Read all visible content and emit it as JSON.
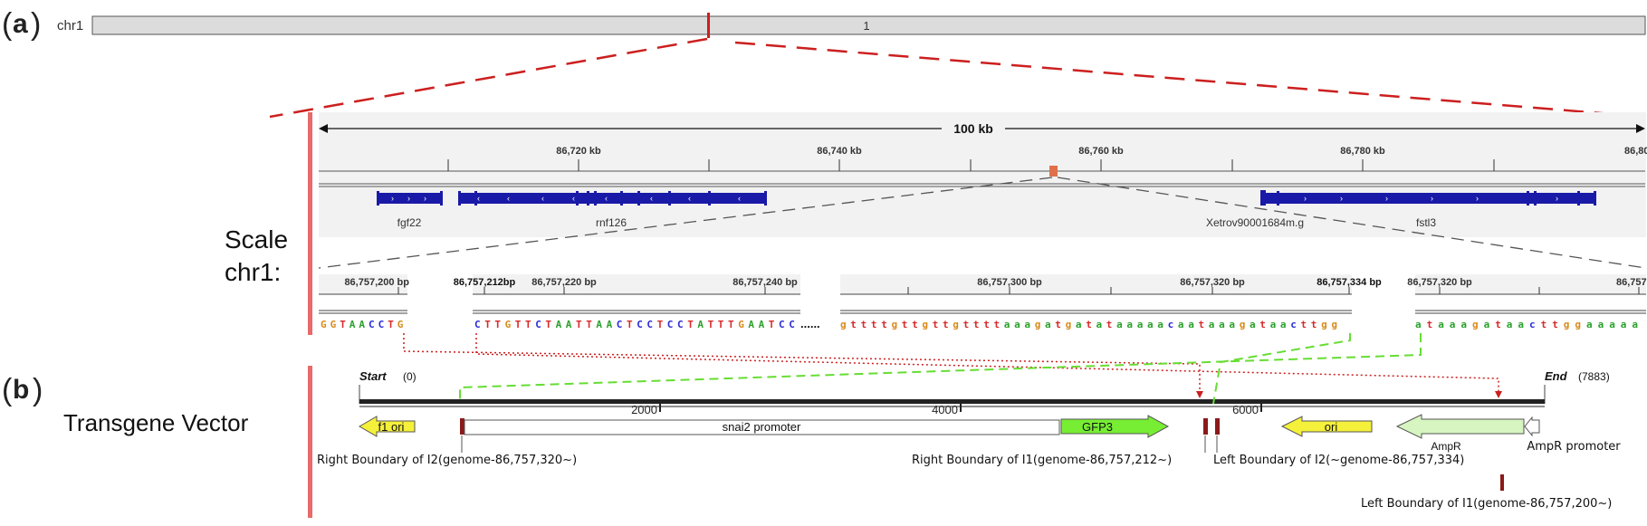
{
  "panel_a": {
    "letter": "a",
    "chrom_label": "chr1",
    "chrom_number": "1",
    "scale": "100 kb",
    "ticks": [
      "86,720 kb",
      "86,740 kb",
      "86,760 kb",
      "86,780 kb",
      "86,80"
    ],
    "genes": [
      "fgf22",
      "rnf126",
      "Xetrov90001684m.g",
      "fstl3"
    ],
    "side_label_line1": "Scale",
    "side_label_line2": "chr1:",
    "seq_ticks": [
      "86,757,200 bp",
      "86,757,212bp",
      "86,757,220 bp",
      "86,757,240 bp",
      "86,757,300 bp",
      "86,757,320 bp",
      "86,757,334 bp",
      "86,757,320 bp",
      "86,757,"
    ],
    "seq_left": "GGTAACCTG",
    "seq_mid": "CTTGTTCTAATTAACTCCTCCTATTTGAATCC",
    "seq_dots": "......",
    "seq_right": "gttttgttgttgttttaaagatgatataaaaacaataaagataacttgg",
    "seq_far": "ataaagataacttggaaaaa"
  },
  "panel_b": {
    "letter": "b",
    "side_label": "Transgene Vector",
    "start_label": "Start",
    "start_val": "(0)",
    "end_label": "End",
    "end_val": "(7883)",
    "ticks": [
      "2000",
      "4000",
      "6000"
    ],
    "features": {
      "f1_ori": "f1 ori",
      "snai2": "snai2 promoter",
      "gfp3": "GFP3",
      "ori": "ori",
      "ampr": "AmpR",
      "ampr_promoter": "AmpR promoter"
    },
    "boundaries": {
      "right_i2": "Right Boundary of I2(genome-86,757,320~)",
      "right_i1": "Right Boundary of I1(genome-86,757,212~)",
      "left_i2": "Left Boundary of I2(~genome-86,757,334)",
      "left_i1": "Left Boundary of I1(genome-86,757,200~)"
    }
  },
  "colors": {
    "red_line": "#cc1f1f",
    "pink_bar": "#e86a6a",
    "gene_blue": "#1a1aa8",
    "green_dash": "#66dd33",
    "yellow": "#f5f03a",
    "gfp_green": "#77ee33",
    "ampr_green": "#d6f5c0",
    "boundary_red": "#8b1a1a",
    "orange_marker": "#e0704a"
  }
}
